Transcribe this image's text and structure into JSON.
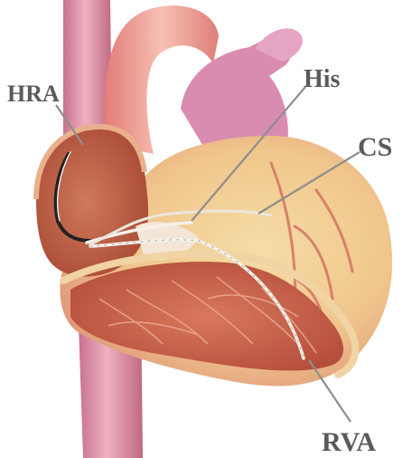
{
  "labels": {
    "hra": "HRA",
    "his": "His",
    "cs": "CS",
    "rva": "RVA"
  },
  "colors": {
    "background": "#ffffff",
    "vessel": "#d98aa0",
    "vessel_dark": "#b8607c",
    "aorta": "#f2a199",
    "myocardium": "#e79a86",
    "fat": "#f3d59a",
    "chamber": "#cf6e52",
    "catheter": "#f4f1ea",
    "pointer": "#8e8e8e",
    "label": "#5a5a5a"
  }
}
